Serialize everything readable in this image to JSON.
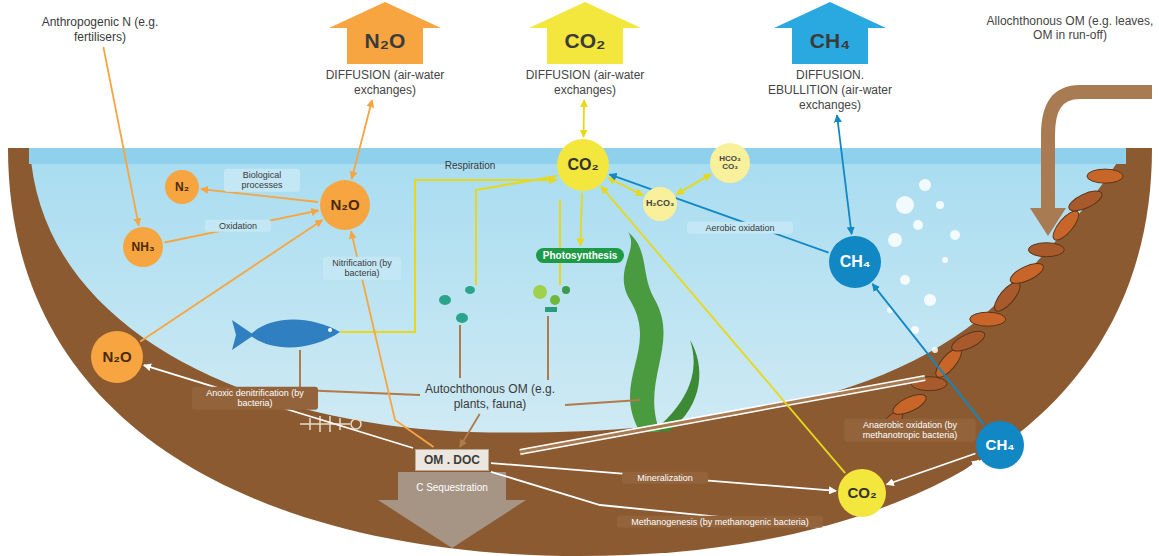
{
  "diagram": {
    "nodes": [
      {
        "text": [
          "N₂O",
          "DIFFUSION (air-water exchanges)"
        ]
      },
      {
        "text": [
          "CO₂",
          "DIFFUSION (air-water exchanges)"
        ]
      },
      {
        "text": [
          "CH₄",
          "DIFFUSION. EBULLITION (air-water exchanges)"
        ]
      },
      {
        "text": [
          "N₂"
        ]
      },
      {
        "text": [
          "N₂O"
        ]
      },
      {
        "text": [
          "NH₃"
        ]
      },
      {
        "text": [
          "N₂O"
        ]
      },
      {
        "text": [
          "CO₂"
        ]
      },
      {
        "text": [
          "H₂CO₃"
        ]
      },
      {
        "text": [
          "HCO₃ CO₃"
        ]
      },
      {
        "text": [
          "CH₄"
        ]
      },
      {
        "text": [
          "Photosynthesis"
        ]
      },
      {
        "text": [
          "Autochthonous OM (e.g. plants, fauna)"
        ]
      },
      {
        "text": [
          "OM . DOC"
        ]
      },
      {
        "text": [
          "CO₂"
        ]
      },
      {
        "text": [
          "CH₄"
        ]
      },
      {
        "text": [
          "Anthropogenic N (e.g. fertilisers)"
        ]
      }
    ],
    "edges": [
      {
        "from": 4,
        "to": 3,
        "arrow": "to",
        "label": "Biological processes"
      },
      {
        "from": 5,
        "to": 4,
        "arrow": "to",
        "label": "Oxidation"
      },
      {
        "from": 6,
        "to": 4,
        "arrow": "to"
      },
      {
        "from": 13,
        "to": 4,
        "arrow": "to",
        "label": "Nitrification (by bacteria)"
      },
      {
        "from": 13,
        "to": 6,
        "arrow": "to",
        "label": "Anoxic denitrification (by bacteria)"
      },
      {
        "from": 16,
        "to": 5,
        "arrow": "to"
      },
      {
        "from": 7,
        "to": 11,
        "arrow": "to"
      },
      {
        "from": 7,
        "to": 8,
        "arrow": "both"
      },
      {
        "from": 8,
        "to": 9,
        "arrow": "both"
      },
      {
        "from": 10,
        "to": 7,
        "arrow": "to",
        "label": "Aerobic oxidation"
      },
      {
        "from": 15,
        "to": 10,
        "arrow": "to"
      },
      {
        "from": 13,
        "to": 14,
        "arrow": "to",
        "label": "Mineralization"
      },
      {
        "from": 14,
        "to": 7,
        "arrow": "to"
      },
      {
        "from": 15,
        "to": 14,
        "arrow": "to",
        "label": "Anaerobic oxidation (by methanotropic bacteria)"
      },
      {
        "from": 13,
        "to": 15,
        "arrow": "to",
        "label": "Methanogenesis (by methanogenic bacteria)"
      },
      {
        "from": 12,
        "to": 13,
        "arrow": "to"
      },
      {
        "from": 4,
        "to": 0,
        "arrow": "both"
      },
      {
        "from": 7,
        "to": 1,
        "arrow": "both"
      },
      {
        "from": 10,
        "to": 2,
        "arrow": "both"
      }
    ],
    "labels": [
      "Respiration",
      "C Sequestration",
      "Allochthonous OM (e.g. leaves, OM in run-off)"
    ]
  }
}
